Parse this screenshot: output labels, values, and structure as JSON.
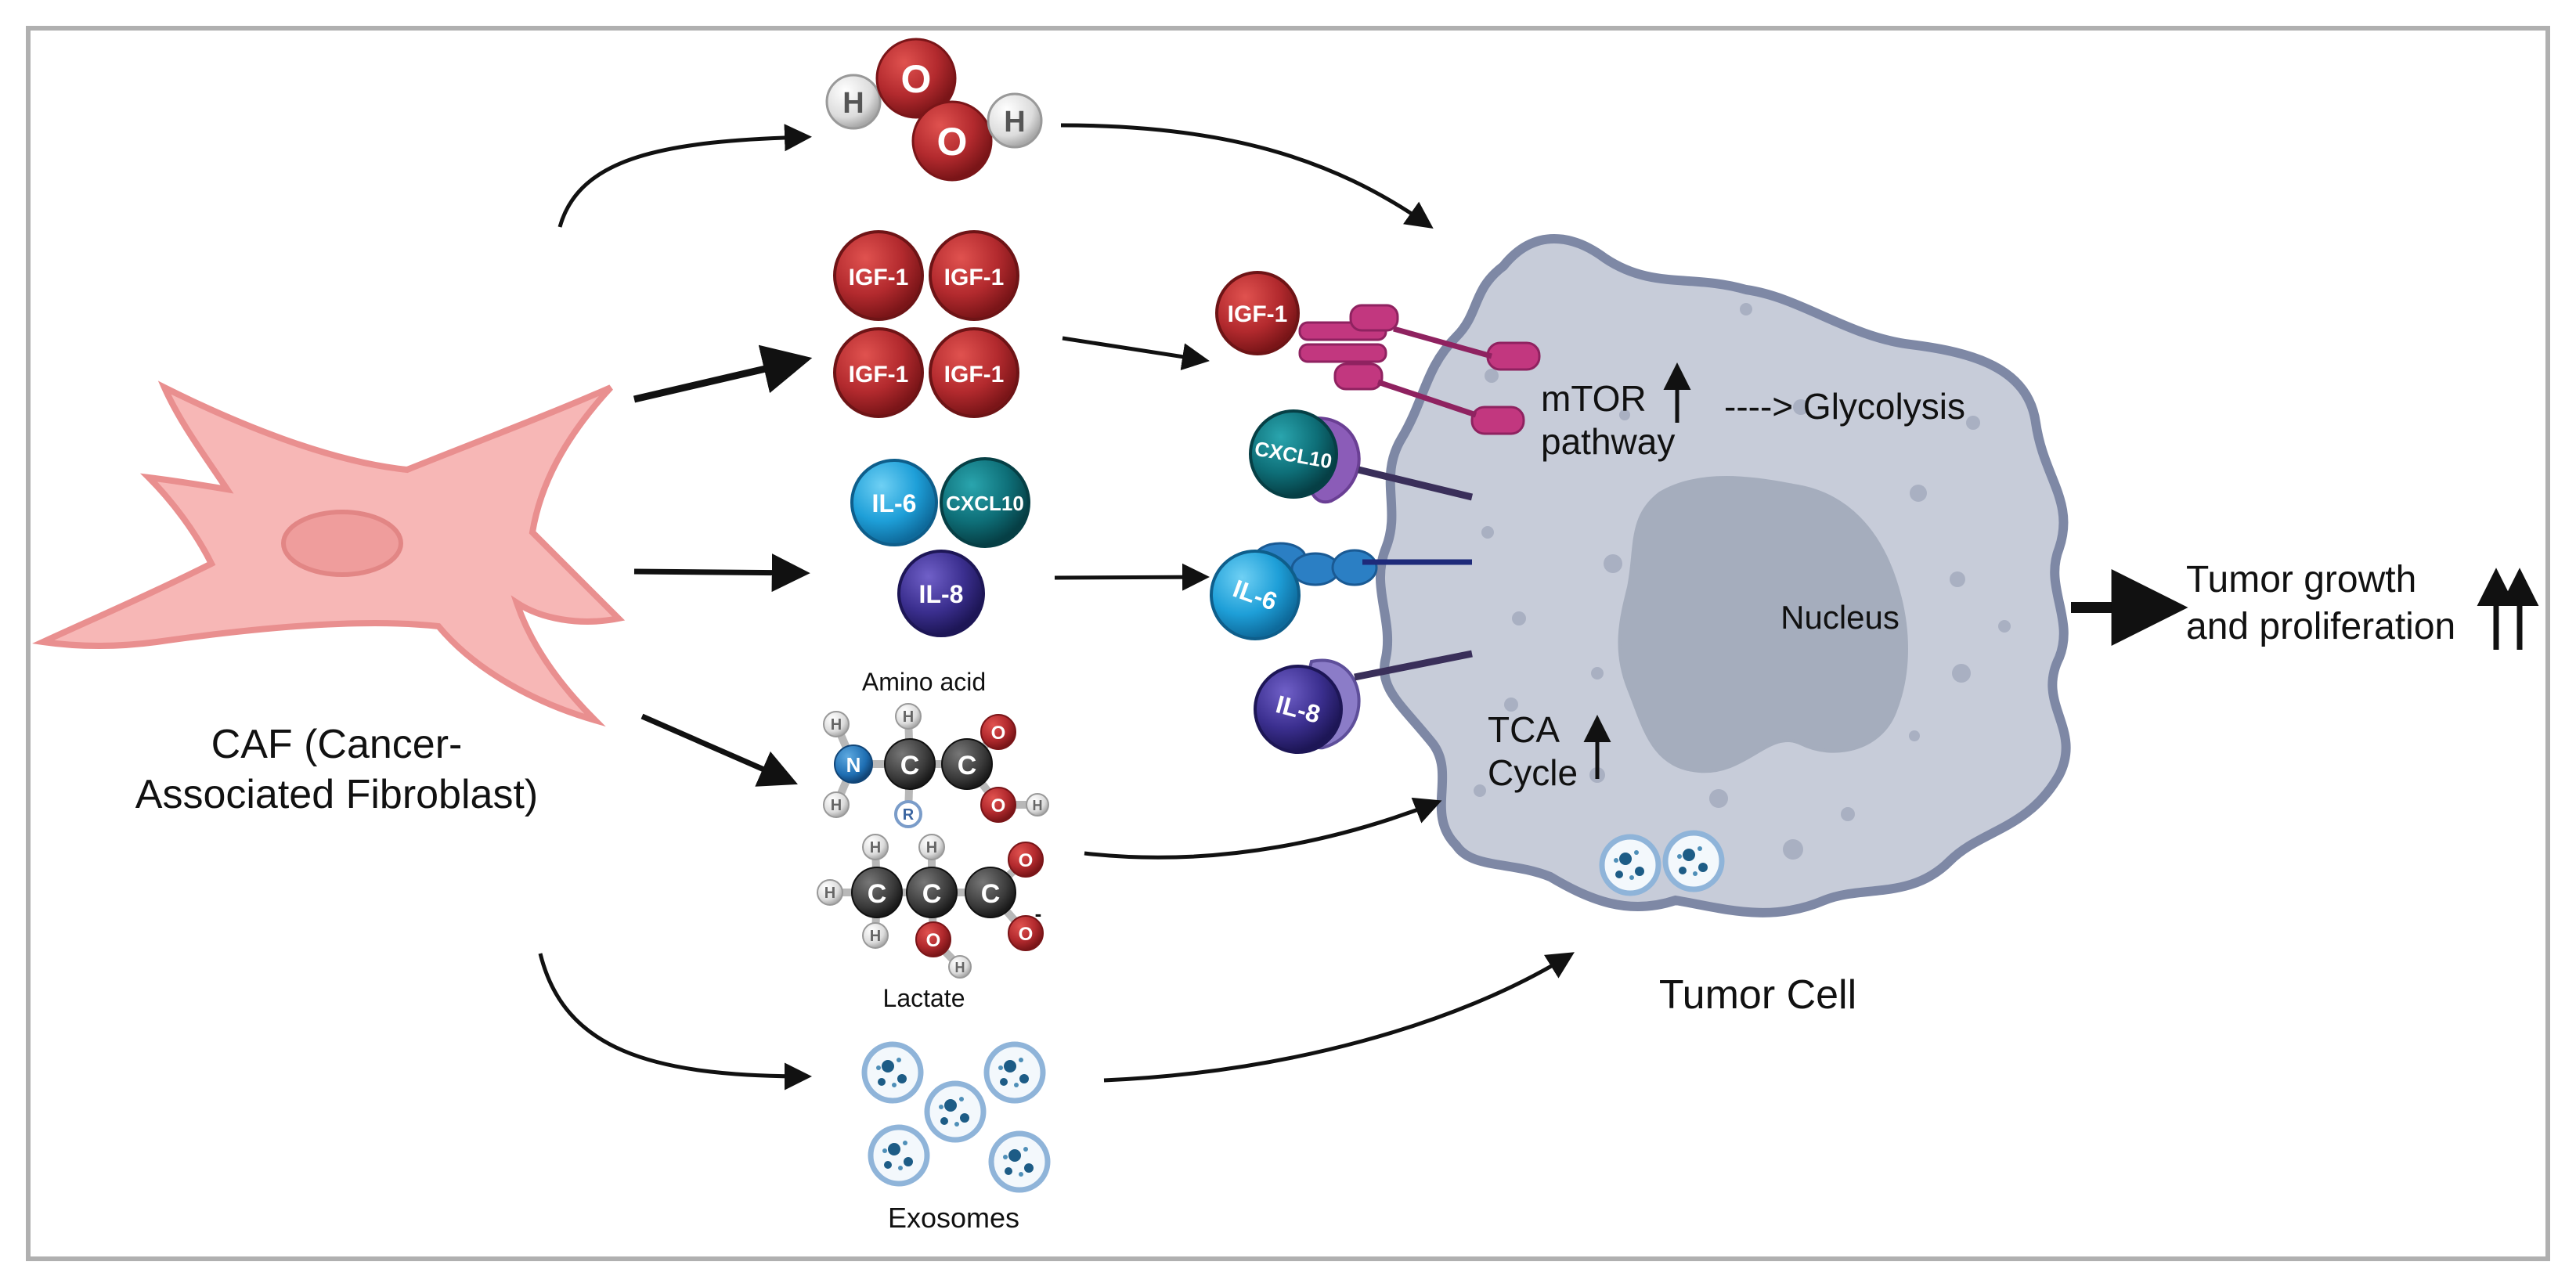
{
  "labels": {
    "caf_line1": "CAF (Cancer-",
    "caf_line2": "Associated Fibroblast)",
    "tumor_cell": "Tumor Cell",
    "nucleus": "Nucleus",
    "mtor_line1": "mTOR",
    "mtor_line2": "pathway",
    "glycolysis": "----> Glycolysis",
    "tca_line1": "TCA",
    "tca_line2": "Cycle",
    "outcome_line1": "Tumor growth",
    "outcome_line2": "and proliferation",
    "amino_acid": "Amino acid",
    "lactate": "Lactate",
    "exosomes": "Exosomes"
  },
  "molecules": {
    "igf1": "IGF-1",
    "il6": "IL-6",
    "il8": "IL-8",
    "cxcl10": "CXCL10"
  },
  "atoms": {
    "hydrogen": "H",
    "oxygen": "O",
    "nitrogen": "N",
    "carbon": "C",
    "r_group": "R",
    "charge": "-"
  },
  "colors": {
    "caf": "#f7b7b6",
    "caf_outline": "#e98f8f",
    "tumor": "#c7ccd9",
    "tumor_outline": "#7e88a5",
    "nucleus": "#a5adbd",
    "igf": "#b32a2e",
    "il6": "#1e9fd8",
    "il8": "#3b2f8f",
    "cxcl10": "#0e6f78",
    "receptor": "#c2377f",
    "arrow": "#111111"
  }
}
